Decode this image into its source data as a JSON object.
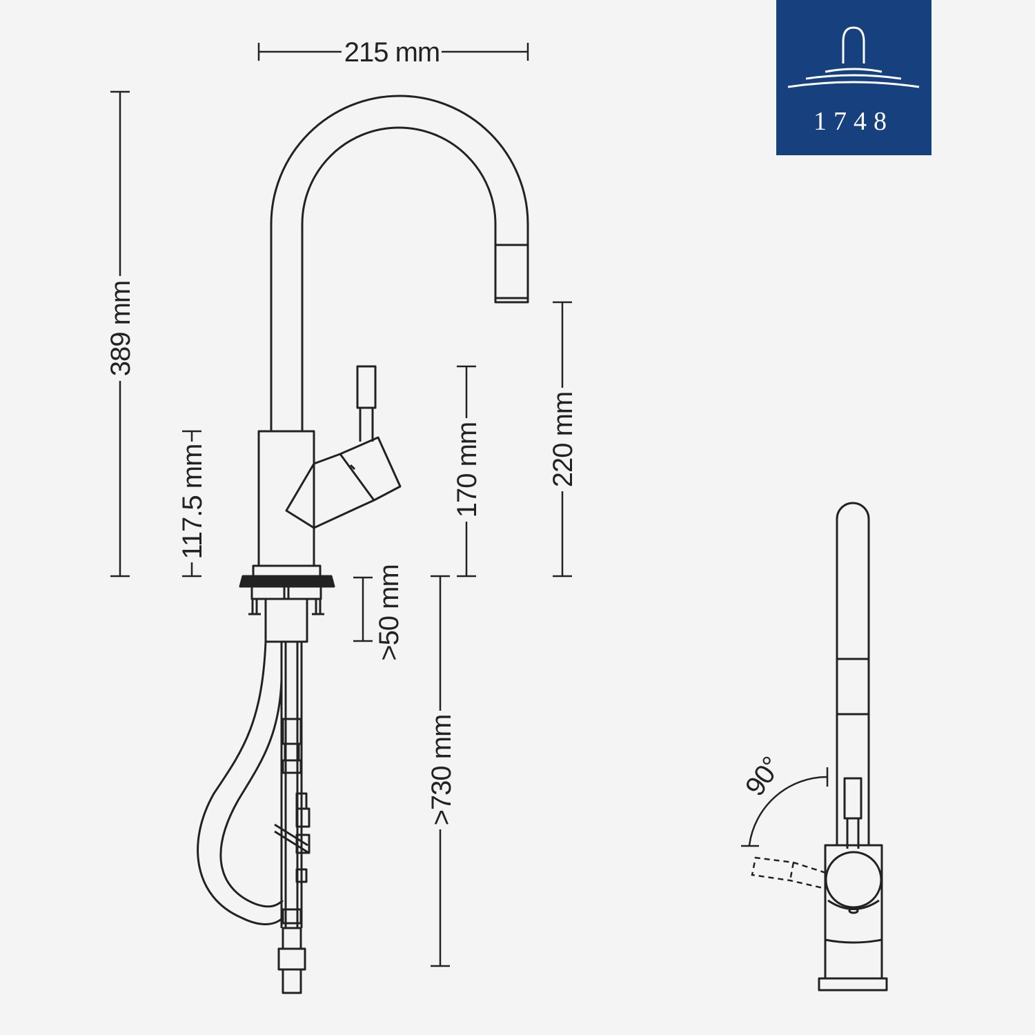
{
  "logo": {
    "text": "1748",
    "background": "#17407f",
    "foreground": "#ffffff"
  },
  "dimensions": {
    "width_top": "215 mm",
    "height_total": "389 mm",
    "height_base": "117.5 mm",
    "height_lever": "170 mm",
    "height_spout": "220 mm",
    "depth_min": ">50 mm",
    "hose_min": ">730 mm",
    "lever_angle": "90°"
  },
  "colors": {
    "line": "#222222",
    "background": "#f4f4f4"
  }
}
